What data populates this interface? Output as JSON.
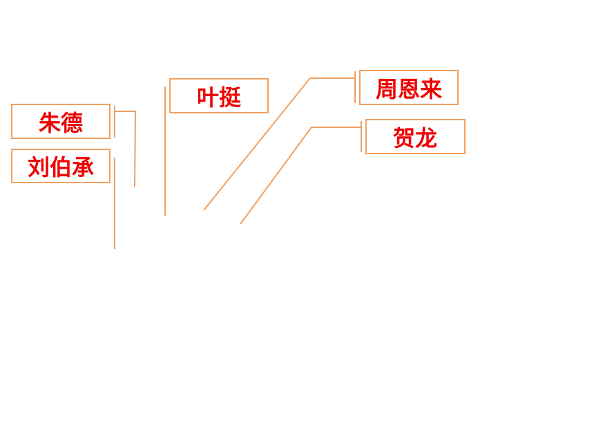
{
  "labels": {
    "zhu_de": "朱德",
    "liu_bocheng": "刘伯承",
    "ye_ting": "叶挺",
    "zhou_enlai": "周恩来",
    "he_long": "贺龙"
  },
  "colors": {
    "box_border": "#f0a060",
    "leader_line": "#f0a060",
    "label_text": "#ee0000",
    "background": "#ffffff"
  }
}
